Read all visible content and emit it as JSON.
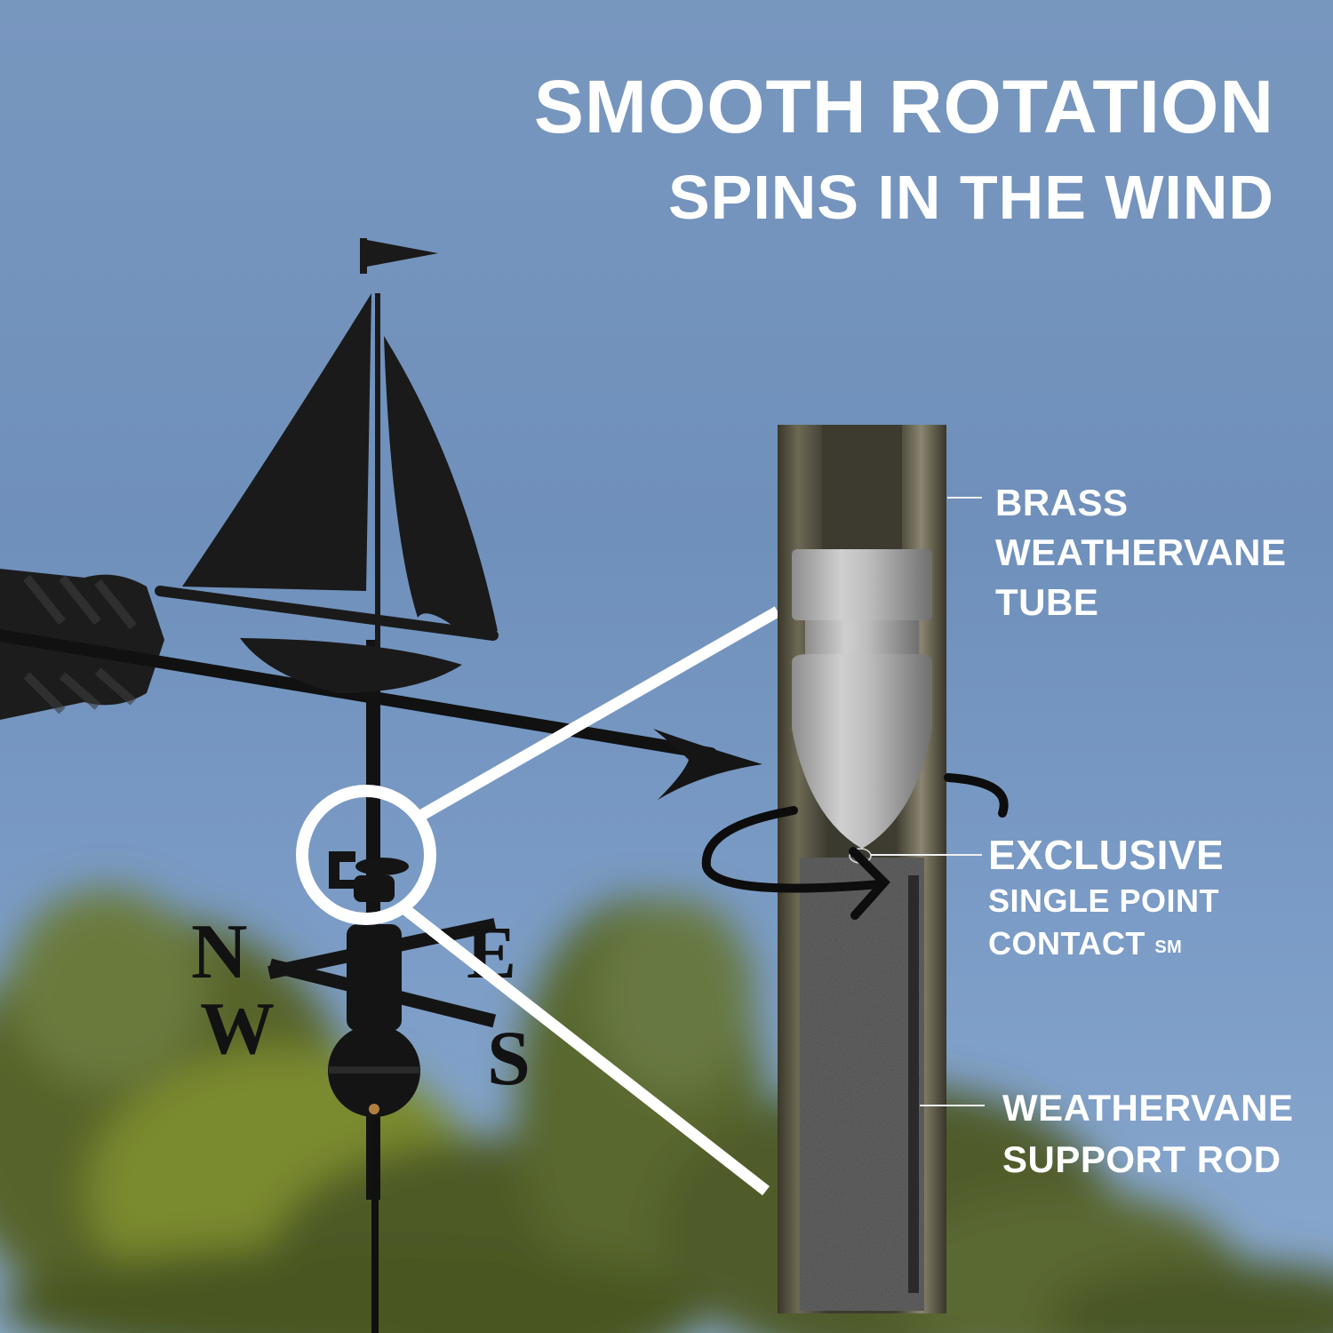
{
  "headline": {
    "line1": "SMOOTH ROTATION",
    "line2": "SPINS IN THE WIND"
  },
  "callouts": [
    {
      "id": "brass-tube",
      "lines": [
        "BRASS",
        "WEATHERVANE",
        "TUBE"
      ]
    },
    {
      "id": "single-point-contact",
      "lines": [
        "EXCLUSIVE",
        "SINGLE POINT",
        "CONTACT"
      ],
      "mark": "SM"
    },
    {
      "id": "support-rod",
      "lines": [
        "WEATHERVANE",
        "SUPPORT ROD"
      ]
    }
  ],
  "compass": {
    "letters": [
      "N",
      "E",
      "W",
      "S"
    ]
  },
  "colors": {
    "sky": "#7294be",
    "text": "#ffffff",
    "metal": "#1a1a1a",
    "tube": "#4a4638",
    "rod": "#3a3a3a",
    "bearing": "#b8b8b8",
    "foliage": "#5d6a2e"
  },
  "icons": {
    "rotation": "rotation-arrow-icon",
    "magnifier": "magnifier-circle-icon"
  }
}
